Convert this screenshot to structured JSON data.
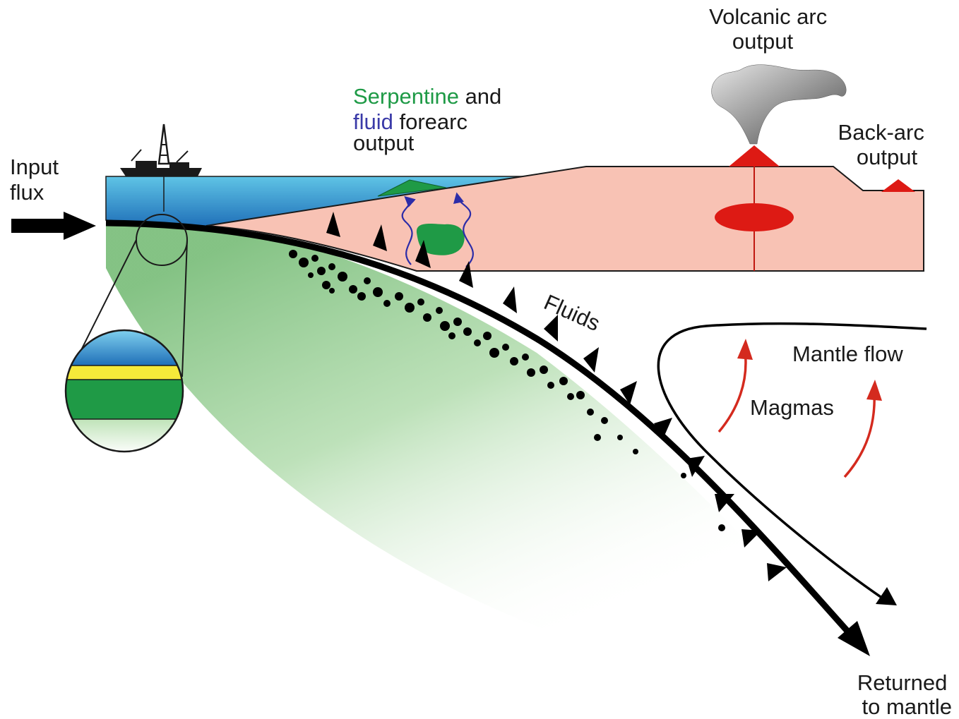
{
  "labels": {
    "input_flux": [
      "Input",
      "flux"
    ],
    "serpentine": "Serpentine",
    "and": " and",
    "fluid": "fluid",
    "forearc": " forearc",
    "output": "output",
    "volcanic_arc": [
      "Volcanic arc",
      "output"
    ],
    "back_arc": [
      "Back-arc",
      "output"
    ],
    "fluids": "Fluids",
    "mantle_flow": "Mantle flow",
    "magmas": "Magmas",
    "returned": [
      "Returned",
      "to mantle"
    ]
  },
  "colors": {
    "serpentine_text": "#1e9a46",
    "fluid_text": "#3a3aa8",
    "magma_text": "#d42a1e",
    "ocean_top": "#5fc4e6",
    "ocean_bottom": "#1f6fb8",
    "crust": "#f8c2b4",
    "mantle_green": "#7cc07c",
    "magma": "#dd1a14",
    "serpentine_body": "#1f9a46",
    "sediment_yellow": "#f6ea3a"
  }
}
